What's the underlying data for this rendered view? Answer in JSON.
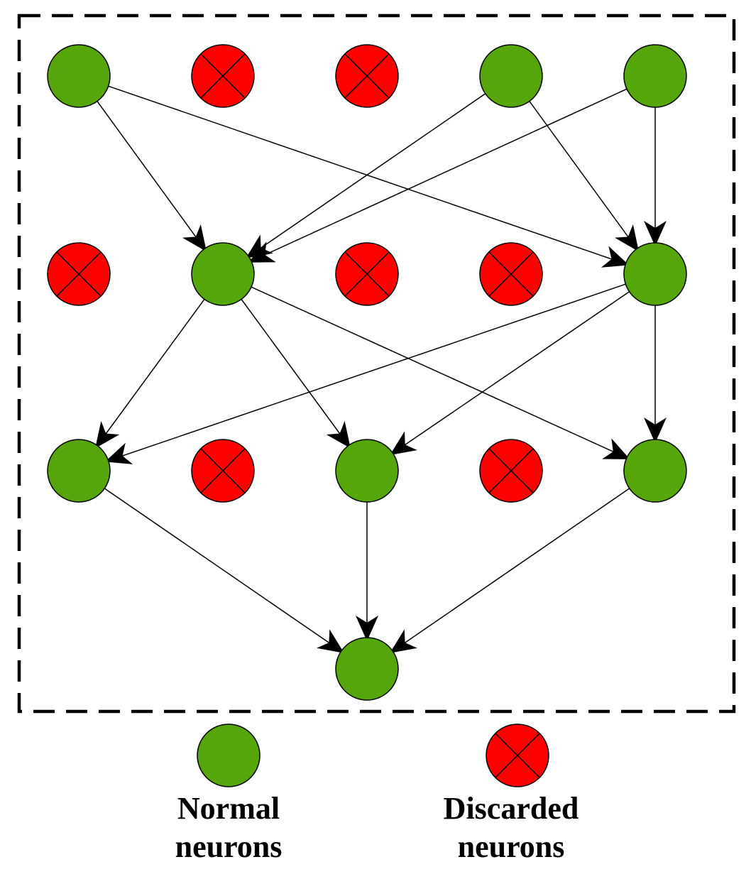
{
  "colors": {
    "normal_fill": "#55a60a",
    "discarded_fill": "#ff0000",
    "stroke": "#000000",
    "frame": "#000000"
  },
  "network": {
    "layers": [
      [
        "normal",
        "discarded",
        "discarded",
        "normal",
        "normal"
      ],
      [
        "discarded",
        "normal",
        "discarded",
        "discarded",
        "normal"
      ],
      [
        "normal",
        "discarded",
        "normal",
        "discarded",
        "normal"
      ],
      [
        "normal"
      ]
    ],
    "connections": [
      {
        "from": "L0N0",
        "to": "L1N1"
      },
      {
        "from": "L0N0",
        "to": "L1N4"
      },
      {
        "from": "L0N3",
        "to": "L1N1"
      },
      {
        "from": "L0N3",
        "to": "L1N4"
      },
      {
        "from": "L0N4",
        "to": "L1N1"
      },
      {
        "from": "L0N4",
        "to": "L1N4"
      },
      {
        "from": "L1N1",
        "to": "L2N0"
      },
      {
        "from": "L1N1",
        "to": "L2N2"
      },
      {
        "from": "L1N1",
        "to": "L2N4"
      },
      {
        "from": "L1N4",
        "to": "L2N0"
      },
      {
        "from": "L1N4",
        "to": "L2N2"
      },
      {
        "from": "L1N4",
        "to": "L2N4"
      },
      {
        "from": "L2N0",
        "to": "L3N0"
      },
      {
        "from": "L2N2",
        "to": "L3N0"
      },
      {
        "from": "L2N4",
        "to": "L3N0"
      }
    ]
  },
  "legend": {
    "normal": {
      "line1": "Normal",
      "line2": "neurons"
    },
    "discarded": {
      "line1": "Discarded",
      "line2": "neurons"
    }
  }
}
